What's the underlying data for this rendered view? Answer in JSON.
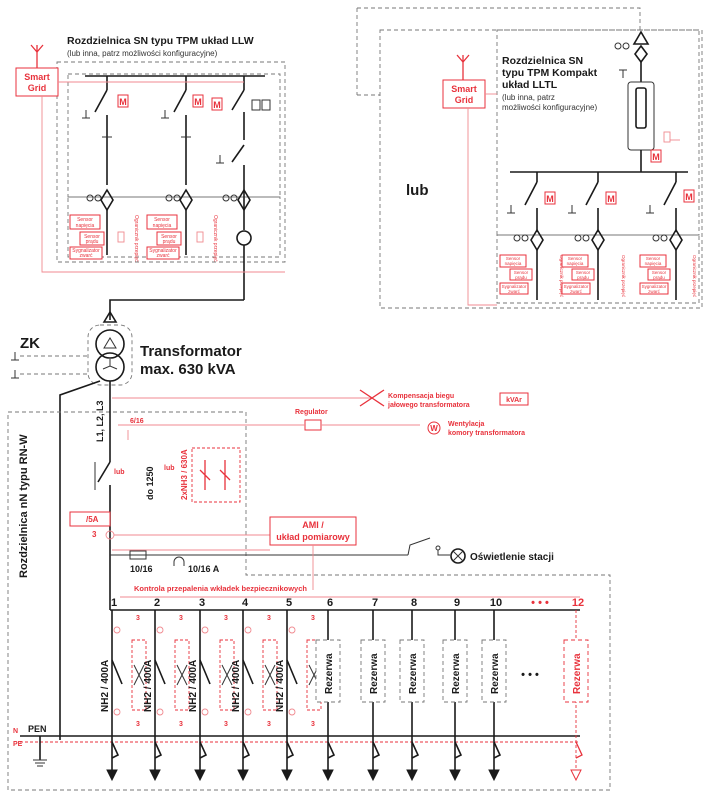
{
  "colors": {
    "black": "#1a1a1a",
    "red": "#e8323c",
    "red_light": "#f08a90",
    "gray_dash": "#777777"
  },
  "smart_grid": {
    "line1": "Smart",
    "line2": "Grid"
  },
  "llw": {
    "title": "Rozdzielnica SN typu TPM układ LLW",
    "subtitle": "(lub inna, patrz możliwości konfiguracyjne)",
    "sensor_label": {
      "line1": "Sensor",
      "line2": "napięcia"
    },
    "sensor_prad": {
      "line1": "Sensor",
      "line2": "prądu"
    },
    "sygnalizator": {
      "line1": "Sygnalizator",
      "line2": "zwarć"
    },
    "ogranicznik": "Ogranicznik przepięć"
  },
  "lltl": {
    "title_line1": "Rozdzielnica SN",
    "title_line2": "typu TPM Kompakt",
    "title_line3": "układ LLTL",
    "sub_line1": "(lub inna, patrz",
    "sub_line2": "możliwości konfiguracyjne)"
  },
  "lub_big": "lub",
  "motor_label": "M",
  "zk_label": "ZK",
  "transformer": {
    "line1": "Transformator",
    "line2": "max. 630 kVA"
  },
  "lv_board_label": "Rozdzielnica nN typu RN-W",
  "phases_label": "L1, L2, L3",
  "compensation": {
    "line1": "Kompensacja biegu",
    "line2": "jałowego transformatora",
    "kvar": "kVAr"
  },
  "regulator": "Regulator",
  "wentylacja": {
    "icon": "W",
    "line1": "Wentylacja",
    "line2": "komory transformatora"
  },
  "ratio_6_16": "6/16",
  "main_switch": {
    "lub1": "lub",
    "do_1250": "do 1250",
    "lub2": "lub",
    "nh3": "2xNH3 / 630A"
  },
  "ct_5a": "/5A",
  "ct_3": "3",
  "ami": {
    "line1": "AMI /",
    "line2": "układ pomiarowy"
  },
  "fuse_10_16": "10/16",
  "mcb_10_16a": "10/16 A",
  "oswietlenie": "Oświetlenie stacji",
  "kontrola": "Kontrola przepalenia wkładek bezpiecznikowych",
  "feeder_numbers": [
    "1",
    "2",
    "3",
    "4",
    "5",
    "6",
    "7",
    "8",
    "9",
    "10",
    "12"
  ],
  "feeder_dots": "• • •",
  "feeder_label": "NH2 / 400A",
  "rezerwa_label": "Rezerwa",
  "pen_label": "PEN",
  "n_label": "N",
  "pe_label": "PE"
}
